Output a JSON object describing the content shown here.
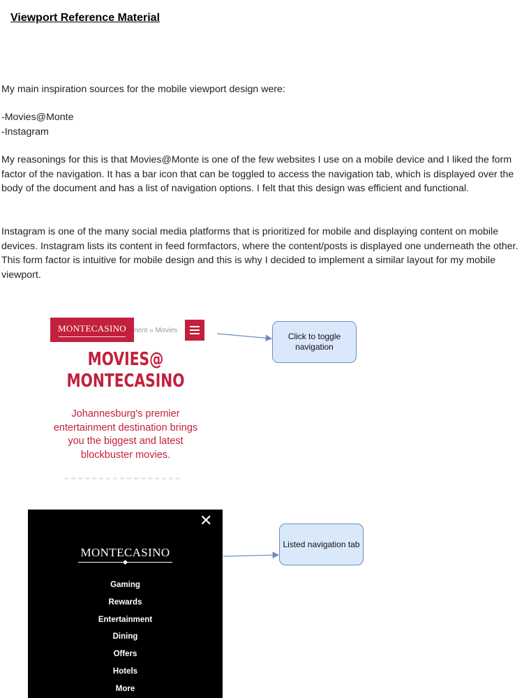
{
  "doc": {
    "title": "Viewport Reference Material",
    "intro": "My main inspiration sources for the mobile viewport design were:",
    "sources": [
      "-Movies@Monte",
      "-Instagram"
    ],
    "paragraph1": "My reasonings for this is that Movies@Monte is one of the few websites I use on a mobile device and I liked the form factor of the navigation. It has a bar icon that can be toggled to access the navigation tab, which is displayed over the body of the document and has a list of navigation options. I felt that this design was efficient and functional.",
    "paragraph2": "Instagram is one of the many social media platforms that is prioritized for mobile and displaying content on mobile devices. Instagram lists its content in feed formfactors, where the content/posts is displayed one underneath the other. This form factor is intuitive for mobile design and this is why I decided to implement a similar layout for my mobile viewport."
  },
  "screenshot1": {
    "logo": "MONTECASINO",
    "breadcrumb": "nent » Movies",
    "title_line1": "MOVIES@",
    "title_line2": "MONTECASINO",
    "tagline": "Johannesburg's premier entertainment destination brings you the biggest and latest blockbuster movies.",
    "menu_icon": "hamburger-icon"
  },
  "callouts": {
    "toggle": "Click to toggle navigation",
    "nav_tab": "Listed navigation tab"
  },
  "screenshot2": {
    "close_icon": "close-icon",
    "close_glyph": "✕",
    "logo": "MONTECASINO",
    "nav_items": [
      "Gaming",
      "Rewards",
      "Entertainment",
      "Dining",
      "Offers",
      "Hotels",
      "More"
    ]
  },
  "colors": {
    "brand_red": "#c2203c",
    "callout_fill": "#dae8fc",
    "callout_border": "#6c8ebf",
    "nav_background": "#000000"
  }
}
